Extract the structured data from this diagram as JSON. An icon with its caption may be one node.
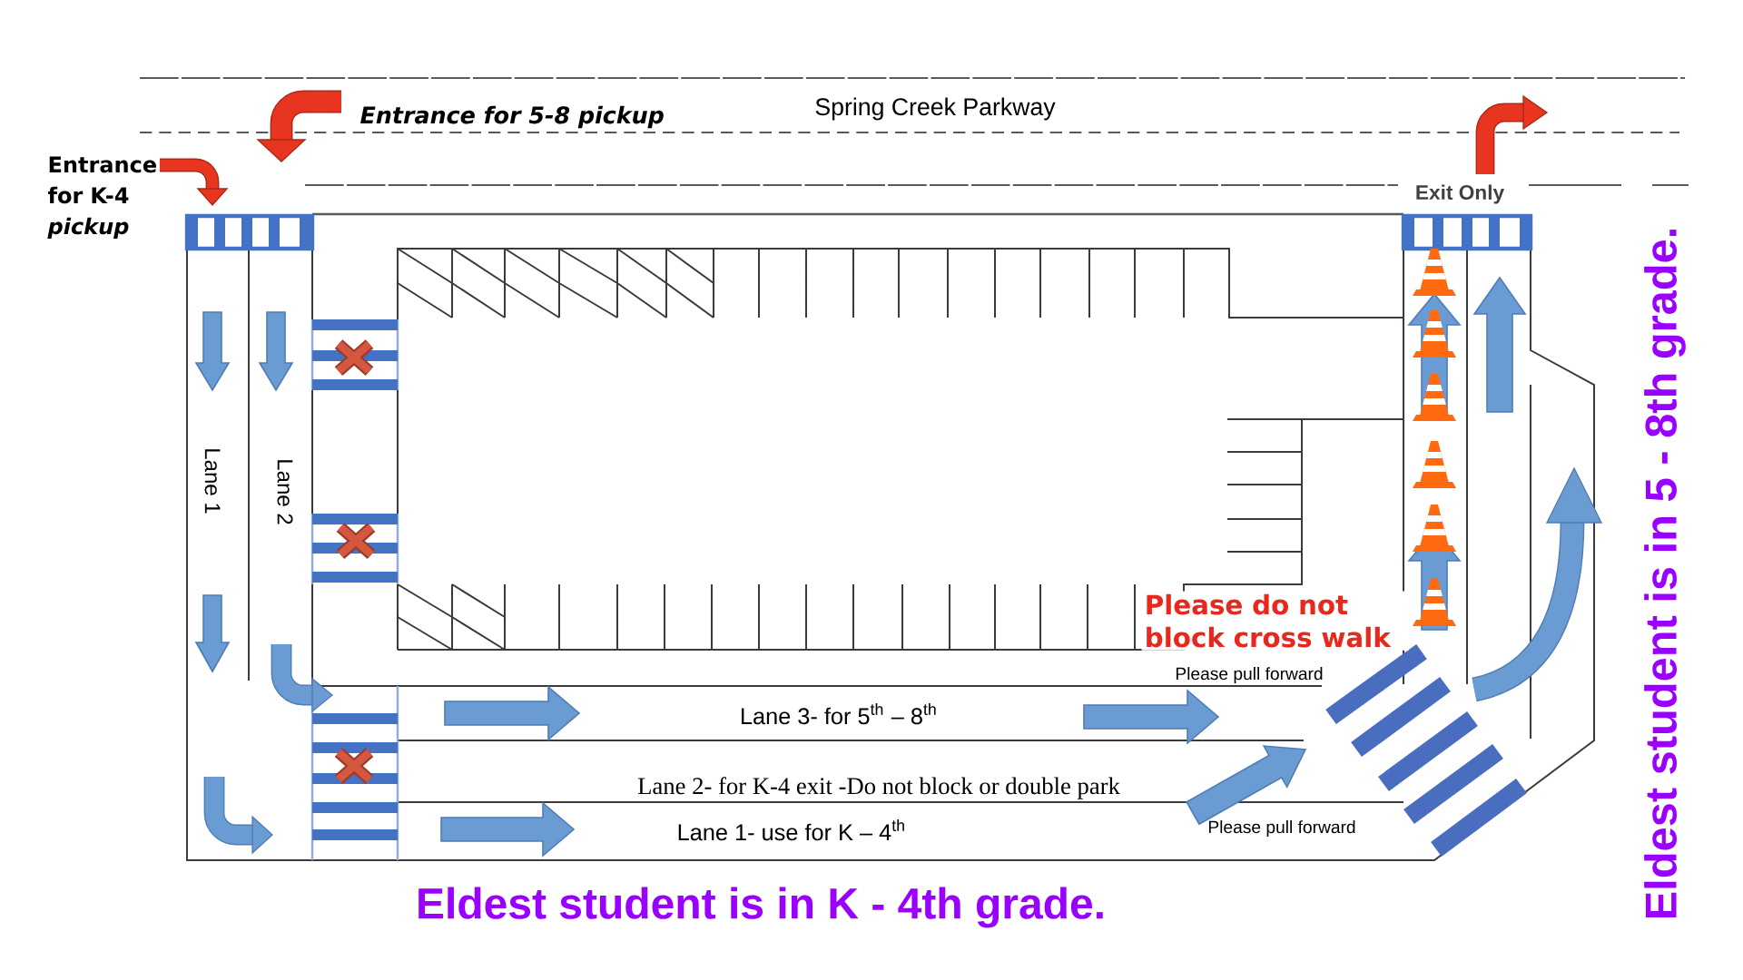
{
  "diagram": {
    "labels": [
      "Spring Creek Parkway",
      "Entrance for 5-8 pickup",
      "Entrance for K-4 *pickup*",
      "Exit Only",
      "Lane 1",
      "Lane 2",
      "Please do not block cross walk",
      "Please pull forward",
      "Lane 3- for 5$^{th}$ – 8$^{th}$",
      "Lane 2- for K-4 exit -Do not block or double park",
      "Lane 1- use for K – 4$^{th}$",
      "Please pull forward",
      "Eldest student is in 5 - 8th grade.",
      "Eldest student is in K - 4th grade."
    ]
  }
}
